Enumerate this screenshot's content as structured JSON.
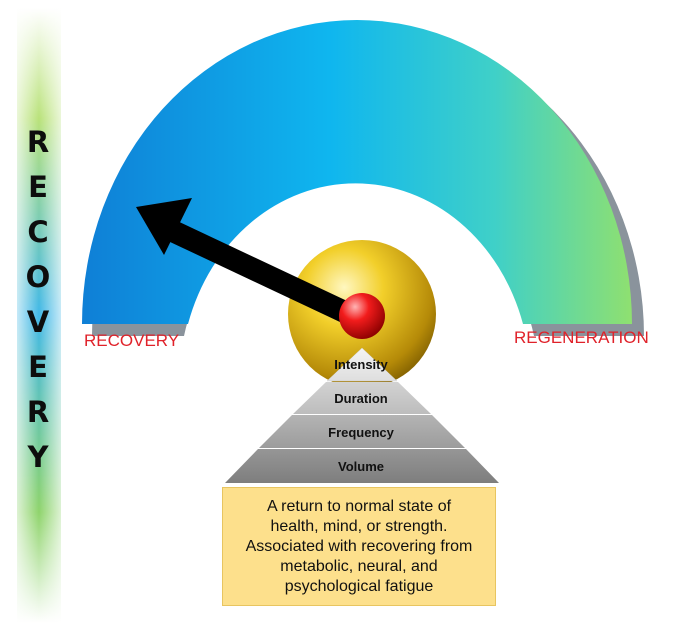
{
  "side_word": "RECOVERY",
  "gauge": {
    "left_label": "RECOVERY",
    "right_label": "REGENERATION",
    "gradient_colors": [
      "#0f7fd6",
      "#0fb6ef",
      "#3fd0c8",
      "#8fe070"
    ],
    "needle_color": "#000000",
    "hub_color": "#e8c21a",
    "pivot_color": "#e21a1a"
  },
  "pyramid": {
    "tiers": [
      "Intensity",
      "Duration",
      "Frequency",
      "Volume"
    ]
  },
  "description": {
    "lines": [
      "A return to normal state of",
      "health, mind, or strength.",
      "Associated with recovering from",
      "metabolic, neural, and",
      "psychological fatigue"
    ]
  }
}
